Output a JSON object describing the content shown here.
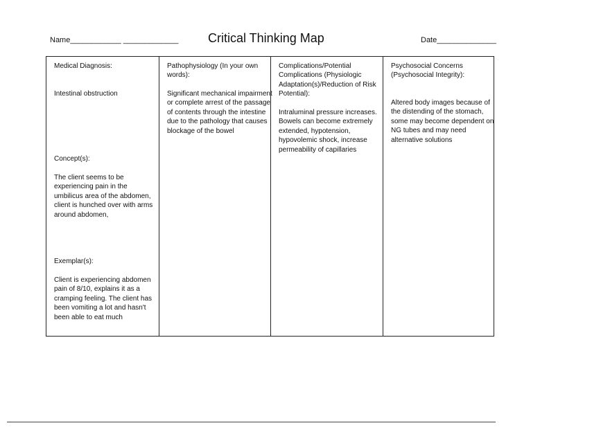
{
  "header": {
    "name_label": "Name____________ _____________",
    "title": "Critical Thinking Map",
    "date_label": "Date______________"
  },
  "map": {
    "medical_diagnosis_label": "Medical Diagnosis:",
    "medical_diagnosis_value": "Intestinal obstruction",
    "concepts_label": "Concept(s):",
    "concepts_value": "The client seems to be experiencing pain in the umbilicus area of the abdomen, client is hunched over with arms around abdomen,",
    "exemplars_label": "Exemplar(s):",
    "exemplars_value": "Client is experiencing abdomen pain of 8/10, explains it as a cramping feeling. The client has been vomiting a lot and hasn't been able to eat much",
    "pathophysiology_label": "Pathophysiology (In your own words):",
    "pathophysiology_value": "Significant mechanical impairment or complete arrest of the passage of contents through the intestine due to the pathology that causes blockage of the bowel",
    "complications_label": "Complications/Potential Complications (Physiologic Adaptation(s)/Reduction of Risk Potential):",
    "complications_value": "Intraluminal pressure increases. Bowels can become extremely extended, hypotension, hypovolemic shock, increase permeability of capillaries",
    "psychosocial_label": "Psychosocial Concerns (Psychosocial Integrity):",
    "psychosocial_value": "Altered body images because of the distending of the stomach, some may become dependent on NG tubes and may need alternative solutions"
  }
}
